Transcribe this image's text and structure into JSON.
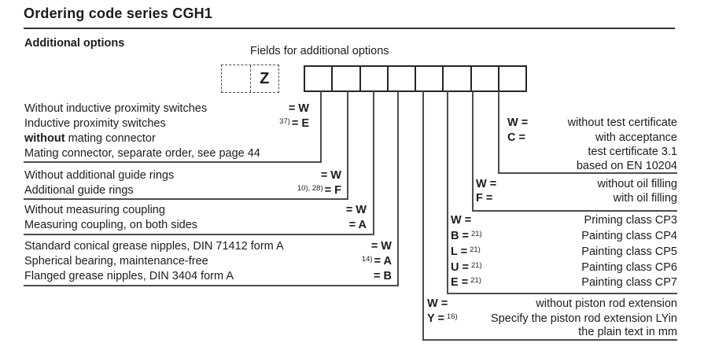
{
  "header": {
    "title": "Ordering code series CGH1",
    "section": "Additional options",
    "fields_caption": "Fields for additional options"
  },
  "code_boxes": {
    "prefix_value": "Z",
    "field_count": 8
  },
  "left_groups": [
    {
      "rows": [
        {
          "label": "Without inductive proximity switches",
          "sup": "",
          "code": "= W"
        },
        {
          "label": "Inductive proximity switches",
          "sup": "37)",
          "code": "= E"
        },
        {
          "bold": "without",
          "label": " mating connector",
          "sup": "",
          "code": ""
        },
        {
          "label": "Mating connector, separate order, see page 44",
          "sup": "",
          "code": ""
        }
      ]
    },
    {
      "rows": [
        {
          "label": "Without additional guide rings",
          "sup": "",
          "code": "= W"
        },
        {
          "label": "Additional guide rings",
          "sup": "10), 28)",
          "code": "= F"
        }
      ]
    },
    {
      "rows": [
        {
          "label": "Without measuring coupling",
          "sup": "",
          "code": "= W"
        },
        {
          "label": "Measuring coupling, on both sides",
          "sup": "",
          "code": "= A"
        }
      ]
    },
    {
      "rows": [
        {
          "label": "Standard conical grease nipples, DIN 71412 form A",
          "sup": "",
          "code": "= W"
        },
        {
          "label": "Spherical bearing, maintenance-free",
          "sup": "14)",
          "code": "= A"
        },
        {
          "label": "Flanged grease nipples, DIN 3404 form A",
          "sup": "",
          "code": "= B"
        }
      ]
    }
  ],
  "right_groups": [
    {
      "rows": [
        {
          "code": "W =",
          "sup": "",
          "label": "without test certificate"
        },
        {
          "code": "C =",
          "sup": "",
          "label": "with acceptance"
        },
        {
          "code": "",
          "sup": "",
          "label": "test certificate 3.1"
        },
        {
          "code": "",
          "sup": "",
          "label": "based on EN 10204"
        }
      ]
    },
    {
      "rows": [
        {
          "code": "W =",
          "sup": "",
          "label": "without oil filling"
        },
        {
          "code": "F =",
          "sup": "",
          "label": "with oil filling"
        }
      ]
    },
    {
      "rows": [
        {
          "code": "W =",
          "sup": "",
          "label": "Priming class CP3"
        },
        {
          "code": "B =",
          "sup": "21)",
          "label": "Painting class CP4"
        },
        {
          "code": "L =",
          "sup": "21)",
          "label": "Painting class CP5"
        },
        {
          "code": "U =",
          "sup": "21)",
          "label": "Painting class CP6"
        },
        {
          "code": "E =",
          "sup": "21)",
          "label": "Painting class CP7"
        }
      ]
    },
    {
      "rows": [
        {
          "code": "W =",
          "sup": "",
          "label": "without piston rod extension"
        },
        {
          "code": "Y =",
          "sup": "16)",
          "label": "Specify the piston rod extension LYin"
        },
        {
          "code": "",
          "sup": "",
          "label": "the plain text in mm"
        }
      ]
    }
  ]
}
